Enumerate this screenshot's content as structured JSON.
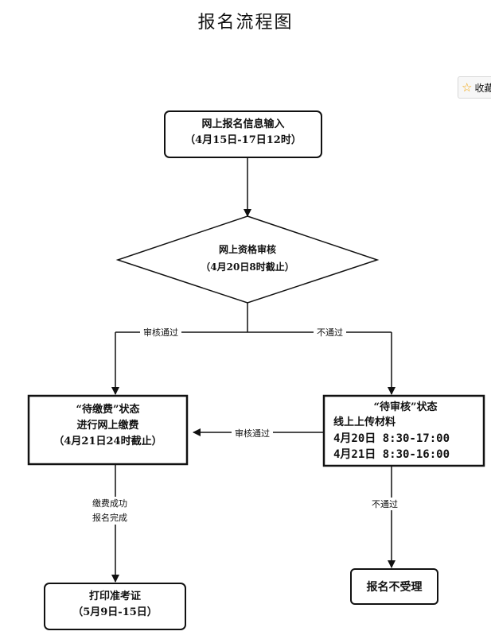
{
  "title": "报名流程图",
  "favorite_widget": {
    "icon": "star-icon",
    "label": "收藏"
  },
  "nodes": {
    "input": {
      "line1": "网上报名信息输入",
      "line2": "（4月15日-17日12时）"
    },
    "review": {
      "line1": "网上资格审核",
      "line2": "（4月20日8时截止）"
    },
    "pay": {
      "line1": "“待缴费”状态",
      "line2": "进行网上缴费",
      "line3": "（4月21日24时截止）"
    },
    "pending": {
      "line1": "“待审核”状态",
      "line2": "线上上传材料",
      "line3": "4月20日  8:30-17:00",
      "line4": "4月21日  8:30-16:00"
    },
    "print": {
      "line1": "打印准考证",
      "line2": "（5月9日-15日）"
    },
    "rejected": {
      "line1": "报名不受理"
    }
  },
  "edges": {
    "review_pass": "审核通过",
    "review_fail": "不通过",
    "pending_pass": "审核通过",
    "pending_fail": "不通过",
    "pay_done_line1": "缴费成功",
    "pay_done_line2": "报名完成"
  }
}
